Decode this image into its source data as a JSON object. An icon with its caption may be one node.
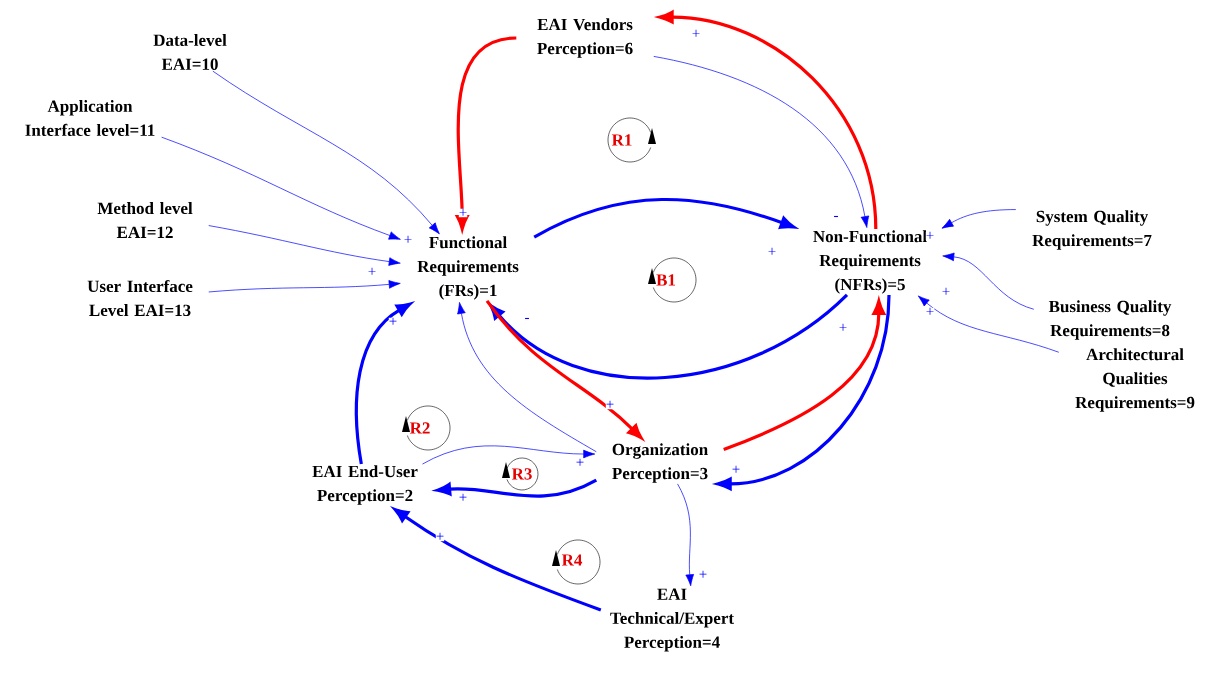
{
  "diagram": {
    "nodes": [
      {
        "text": [
          "Functional Requirements (FRs)=1"
        ]
      },
      {
        "text": [
          "EAI End-User Perception=2"
        ]
      },
      {
        "text": [
          "Organization Perception=3"
        ]
      },
      {
        "text": [
          "EAI Technical/Expert Perception=4"
        ]
      },
      {
        "text": [
          "Non-Functional Requirements (NFRs)=5"
        ]
      },
      {
        "text": [
          "EAI Vendors Perception=6"
        ]
      },
      {
        "text": [
          "System Quality Requirements=7"
        ]
      },
      {
        "text": [
          "Business Quality Requirements=8"
        ]
      },
      {
        "text": [
          "Architectural Qualities Requirements=9"
        ]
      },
      {
        "text": [
          "Data-level EAI=10"
        ]
      },
      {
        "text": [
          "Application Interface level=11"
        ]
      },
      {
        "text": [
          "Method level EAI=12"
        ]
      },
      {
        "text": [
          "User Interface Level EAI=13"
        ]
      }
    ],
    "edges": [
      {
        "from": 9,
        "to": 0,
        "arrow": "to"
      },
      {
        "from": 10,
        "to": 0,
        "arrow": "to",
        "label": "+"
      },
      {
        "from": 11,
        "to": 0,
        "arrow": "to",
        "label": "+"
      },
      {
        "from": 12,
        "to": 0,
        "arrow": "to"
      },
      {
        "from": 5,
        "to": 0,
        "arrow": "to",
        "label": "+",
        "style": "thick",
        "color": "#ff0000"
      },
      {
        "from": 0,
        "to": 4,
        "arrow": "to",
        "label": "+",
        "style": "thick"
      },
      {
        "from": 5,
        "to": 4,
        "arrow": "to",
        "label": "-"
      },
      {
        "from": 4,
        "to": 5,
        "arrow": "to",
        "label": "+",
        "style": "thick",
        "color": "#ff0000"
      },
      {
        "from": 4,
        "to": 0,
        "arrow": "to",
        "label": "-",
        "style": "thick"
      },
      {
        "from": 0,
        "to": 2,
        "arrow": "to",
        "label": "+",
        "style": "thick",
        "color": "#ff0000"
      },
      {
        "from": 2,
        "to": 0,
        "arrow": "to"
      },
      {
        "from": 1,
        "to": 0,
        "arrow": "to",
        "label": "+",
        "style": "thick"
      },
      {
        "from": 1,
        "to": 2,
        "arrow": "to",
        "label": "+"
      },
      {
        "from": 2,
        "to": 1,
        "arrow": "to",
        "label": "+",
        "style": "thick"
      },
      {
        "from": 3,
        "to": 1,
        "arrow": "to",
        "label": "+",
        "style": "thick"
      },
      {
        "from": 2,
        "to": 3,
        "arrow": "to",
        "label": "+"
      },
      {
        "from": 2,
        "to": 4,
        "arrow": "to",
        "label": "+",
        "style": "thick",
        "color": "#ff0000"
      },
      {
        "from": 4,
        "to": 2,
        "arrow": "to",
        "label": "+",
        "style": "thick"
      },
      {
        "from": 6,
        "to": 4,
        "arrow": "to",
        "label": "+"
      },
      {
        "from": 7,
        "to": 4,
        "arrow": "to",
        "label": "+"
      },
      {
        "from": 8,
        "to": 4,
        "arrow": "to",
        "label": "+"
      }
    ],
    "labels": [
      "R1",
      "B1",
      "R2",
      "R3",
      "R4"
    ]
  }
}
